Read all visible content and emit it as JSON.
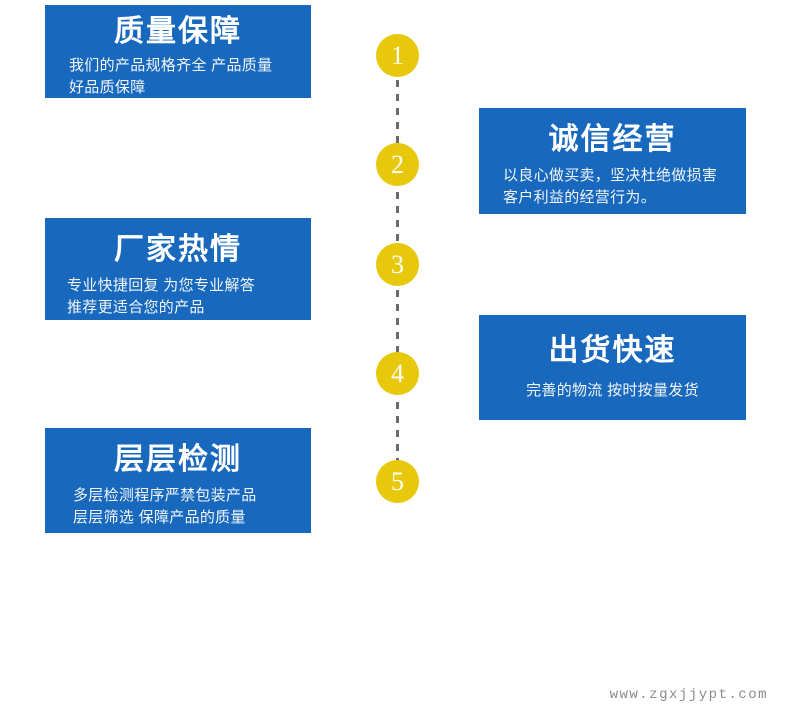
{
  "page": {
    "background_color": "#ffffff",
    "panel_color": "#1868bd",
    "step_color": "#e8c80a",
    "step_text_color": "#ffffff",
    "dash_color": "#6b6b6b"
  },
  "panels": {
    "quality": {
      "title": "质量保障",
      "desc_line1": "我们的产品规格齐全 产品质量",
      "desc_line2": "好品质保障"
    },
    "factory": {
      "title": "厂家热情",
      "desc_line1": "专业快捷回复 为您专业解答",
      "desc_line2": "推荐更适合您的产品"
    },
    "testing": {
      "title": "层层检测",
      "desc_line1": "多层检测程序严禁包装产品",
      "desc_line2": "层层筛选 保障产品的质量"
    },
    "honest": {
      "title": "诚信经营",
      "desc_line1": "以良心做买卖，坚决杜绝做损害",
      "desc_line2": "客户利益的经营行为。"
    },
    "shipping": {
      "title": "出货快速",
      "desc_line1": "完善的物流 按时按量发货",
      "desc_line2": ""
    }
  },
  "steps": [
    {
      "number": "1"
    },
    {
      "number": "2"
    },
    {
      "number": "3"
    },
    {
      "number": "4"
    },
    {
      "number": "5"
    }
  ],
  "watermark": {
    "text": "www.zgxjjypt.com"
  }
}
